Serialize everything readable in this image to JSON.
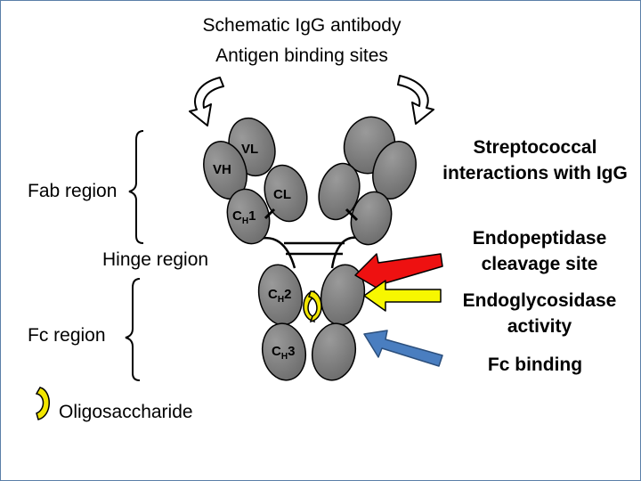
{
  "title": "Schematic IgG antibody",
  "subtitle": "Antigen binding sites",
  "left_labels": {
    "fab": "Fab region",
    "hinge": "Hinge region",
    "fc": "Fc region",
    "oligo": "Oligosaccharide"
  },
  "domains": {
    "vl": "VL",
    "vh": "VH",
    "cl": "CL",
    "ch1_main": "C",
    "ch1_sub": "H",
    "ch1_num": "1",
    "ch2_main": "C",
    "ch2_sub": "H",
    "ch2_num": "2",
    "ch3_main": "C",
    "ch3_sub": "H",
    "ch3_num": "3"
  },
  "right_labels": {
    "streptococcal": "Streptococcal interactions with IgG",
    "endopeptidase": "Endopeptidase cleavage site",
    "endoglycosidase": "Endoglycosidase activity",
    "fc_binding": "Fc binding"
  },
  "colors": {
    "domain_fill": "#7a7a7a",
    "domain_stroke": "#000000",
    "oligosaccharide": "#f2e600",
    "arrow_red": "#ee1111",
    "arrow_yellow": "#f7f700",
    "arrow_blue": "#4a7ec0",
    "border": "#5b7fa8"
  },
  "icons": [
    "curved-arrow-left-icon",
    "curved-arrow-right-icon",
    "red-arrow-icon",
    "yellow-arrow-icon",
    "blue-arrow-icon",
    "oligosaccharide-icon"
  ]
}
